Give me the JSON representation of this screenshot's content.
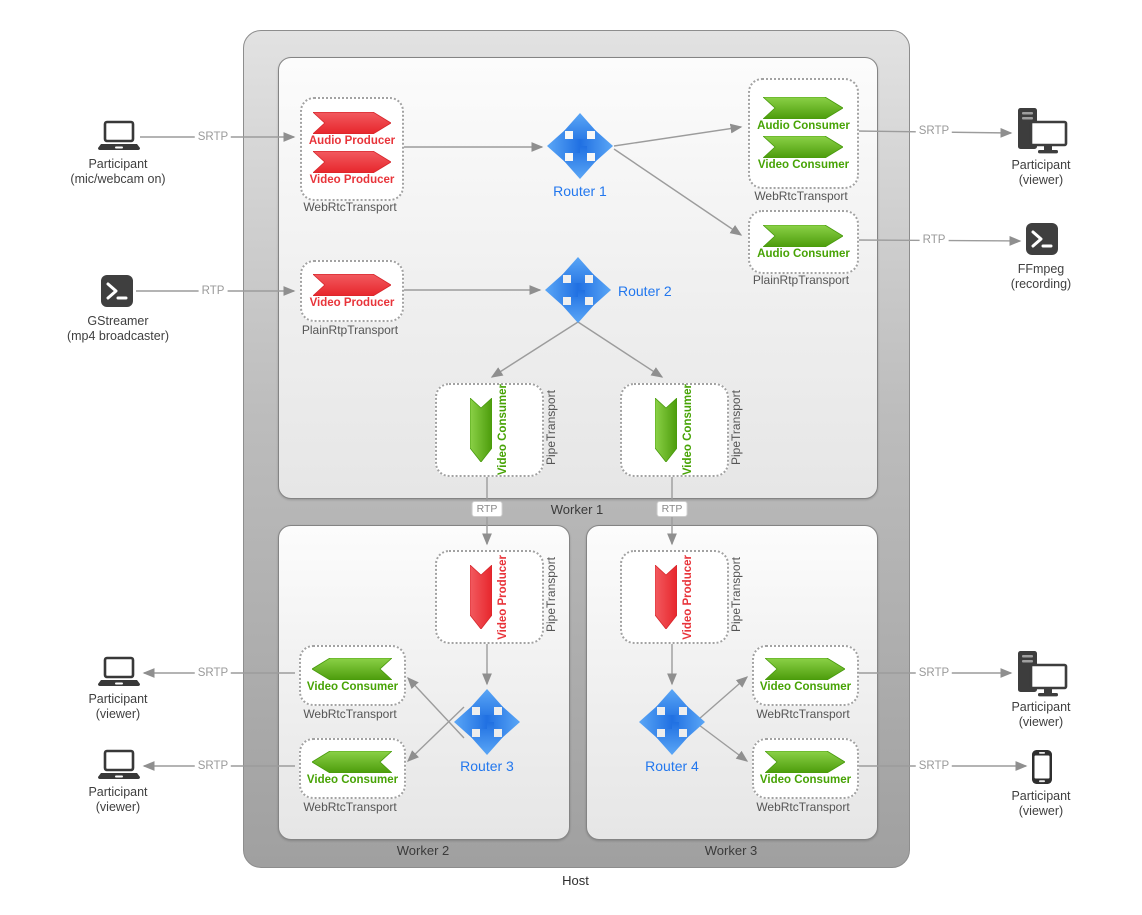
{
  "diagram": {
    "host_label": "Host",
    "worker1_label": "Worker 1",
    "worker2_label": "Worker 2",
    "worker3_label": "Worker 3",
    "router1_label": "Router 1",
    "router2_label": "Router 2",
    "router3_label": "Router 3",
    "router4_label": "Router 4",
    "webrtc_transport_label": "WebRtcTransport",
    "plain_rtp_transport_label": "PlainRtpTransport",
    "pipe_transport_label": "PipeTransport",
    "audio_producer_label": "Audio Producer",
    "video_producer_label": "Video Producer",
    "audio_consumer_label": "Audio Consumer",
    "video_consumer_label": "Video Consumer",
    "srtp_label": "SRTP",
    "rtp_label": "RTP",
    "externals": {
      "participant_sender_line1": "Participant",
      "participant_sender_line2": "(mic/webcam on)",
      "gstreamer_line1": "GStreamer",
      "gstreamer_line2": "(mp4 broadcaster)",
      "viewer_line1": "Participant",
      "viewer_line2": "(viewer)",
      "ffmpeg_line1": "FFmpeg",
      "ffmpeg_line2": "(recording)"
    },
    "colors": {
      "producer_red": "#e8343a",
      "consumer_green": "#47a305",
      "router_blue": "#2277ee",
      "line_gray": "#9c9c9c"
    }
  }
}
